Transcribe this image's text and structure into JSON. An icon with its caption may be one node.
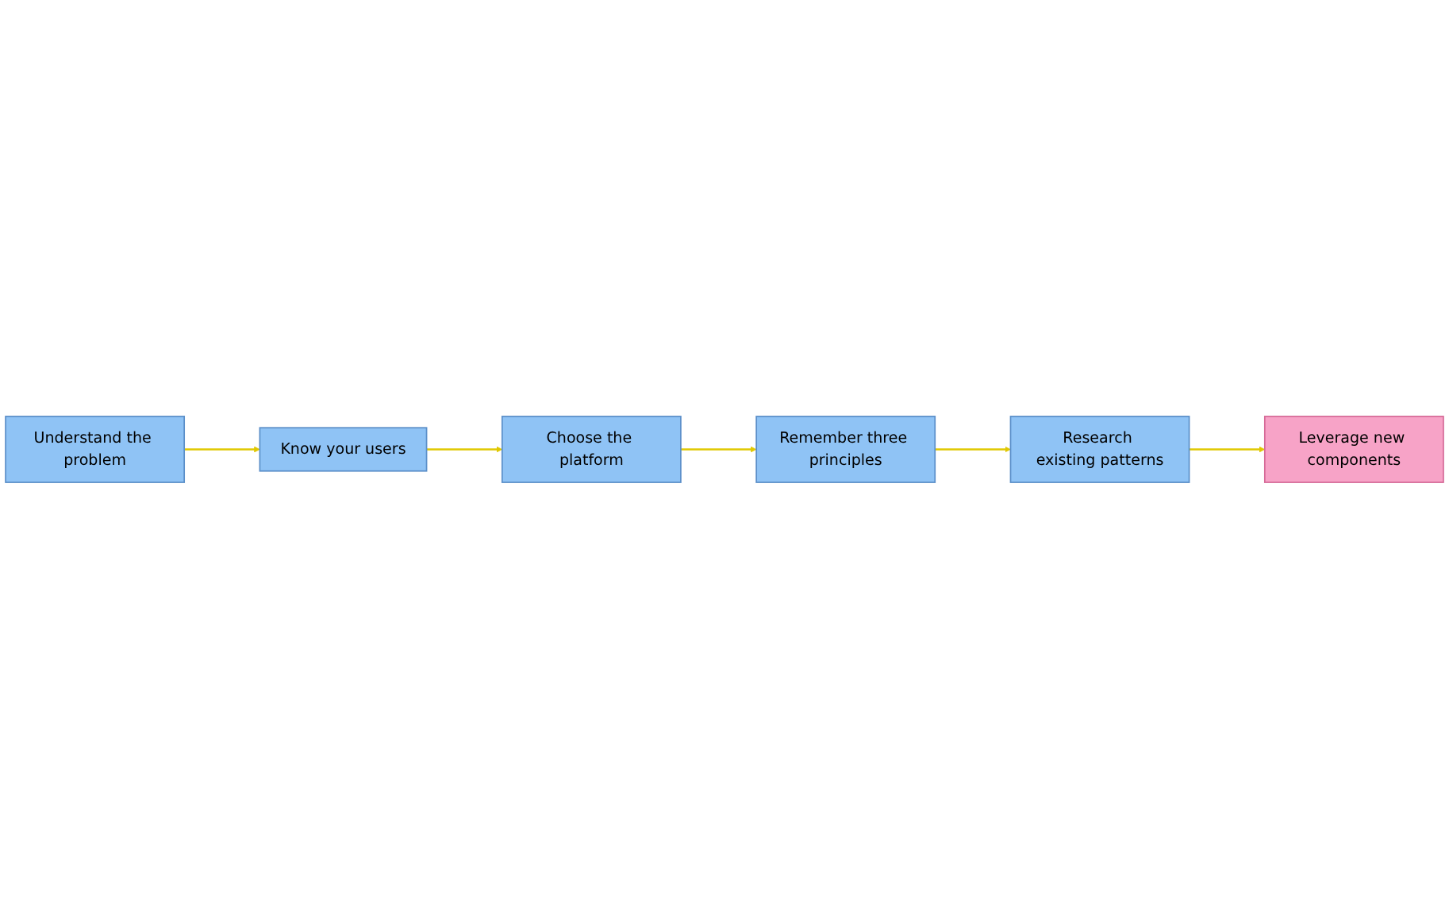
{
  "diagram": {
    "nodes": [
      {
        "text": [
          "Understand the problem"
        ]
      },
      {
        "text": [
          "Know your users"
        ]
      },
      {
        "text": [
          "Choose the platform"
        ]
      },
      {
        "text": [
          "Remember three principles"
        ]
      },
      {
        "text": [
          "Research existing patterns"
        ]
      },
      {
        "text": [
          "Leverage new components"
        ]
      }
    ],
    "edges": [
      {
        "from": 0,
        "to": 1,
        "arrow": "to"
      },
      {
        "from": 1,
        "to": 2,
        "arrow": "to"
      },
      {
        "from": 2,
        "to": 3,
        "arrow": "to"
      },
      {
        "from": 3,
        "to": 4,
        "arrow": "to"
      },
      {
        "from": 4,
        "to": 5,
        "arrow": "to"
      }
    ]
  }
}
